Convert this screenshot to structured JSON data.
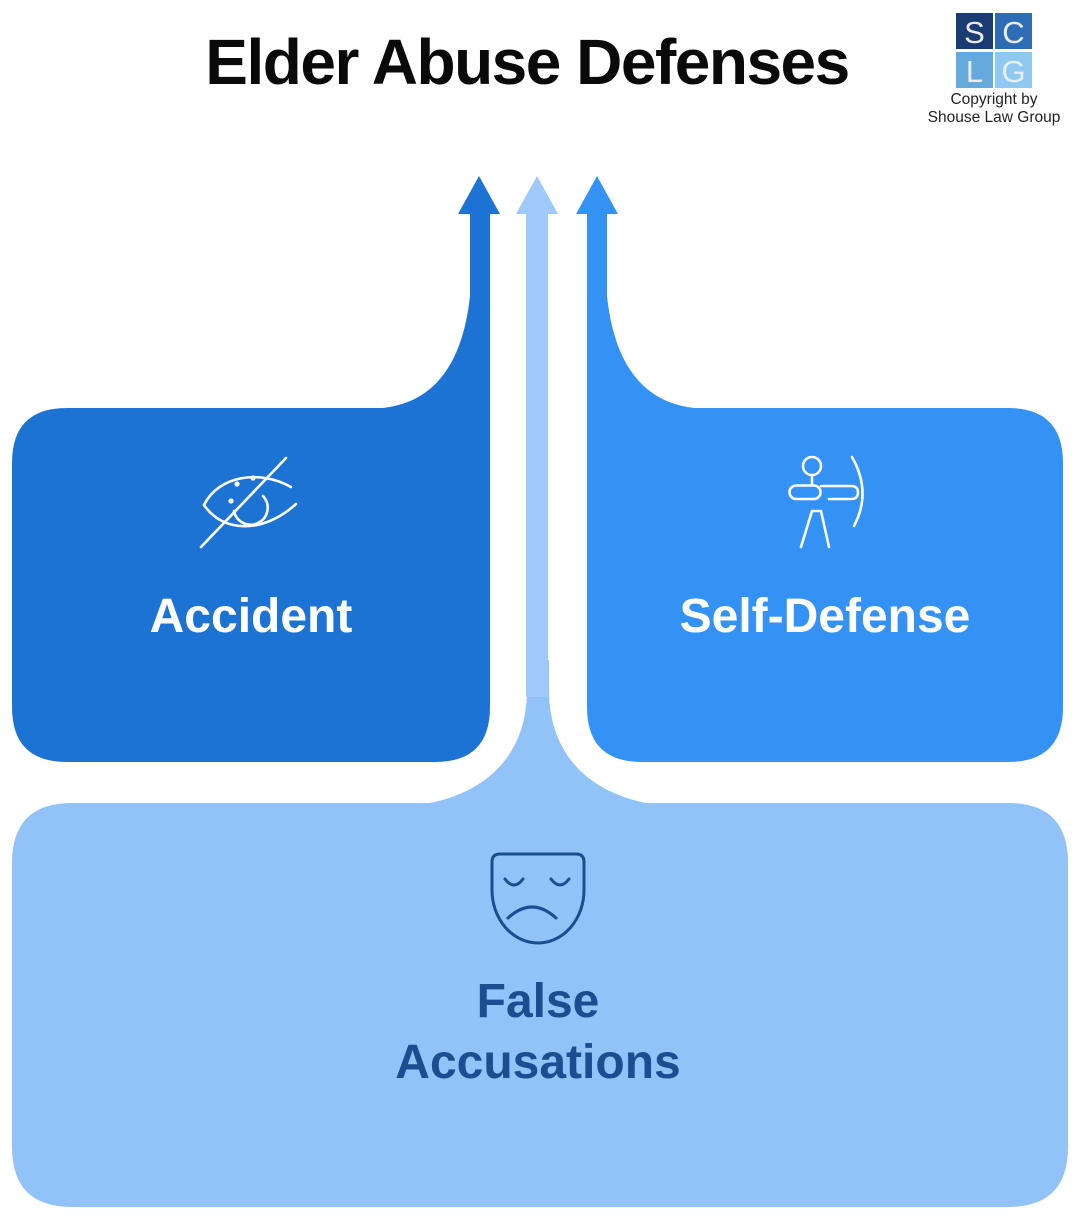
{
  "title": {
    "text": "Elder Abuse Defenses",
    "color": "#0A0A0A"
  },
  "logo": {
    "tiles": [
      {
        "letter": "S",
        "color": "#1B3C72"
      },
      {
        "letter": "C",
        "color": "#2E6CB5"
      },
      {
        "letter": "L",
        "color": "#66A9DC"
      },
      {
        "letter": "G",
        "color": "#8FC9F1"
      }
    ],
    "letter_color": "#E9EDF2",
    "copyright_line1": "Copyright by",
    "copyright_line2": "Shouse Law Group",
    "copyright_color": "#232323"
  },
  "defenses": [
    {
      "label": "Accident",
      "icon": "eye-off-icon",
      "fill": "#1C73D4",
      "text_color": "#FFFFFF"
    },
    {
      "label": "Self-Defense",
      "icon": "archer-bow-icon",
      "fill": "#3492F5",
      "text_color": "#FFFFFF"
    },
    {
      "label": "False Accusations",
      "label_line1": "False",
      "label_line2": "Accusations",
      "icon": "sad-mask-icon",
      "fill": "#92C3F8",
      "arrow_fill": "#9FC9F8",
      "text_color": "#1A4E90"
    }
  ],
  "background": "#FFFFFF"
}
